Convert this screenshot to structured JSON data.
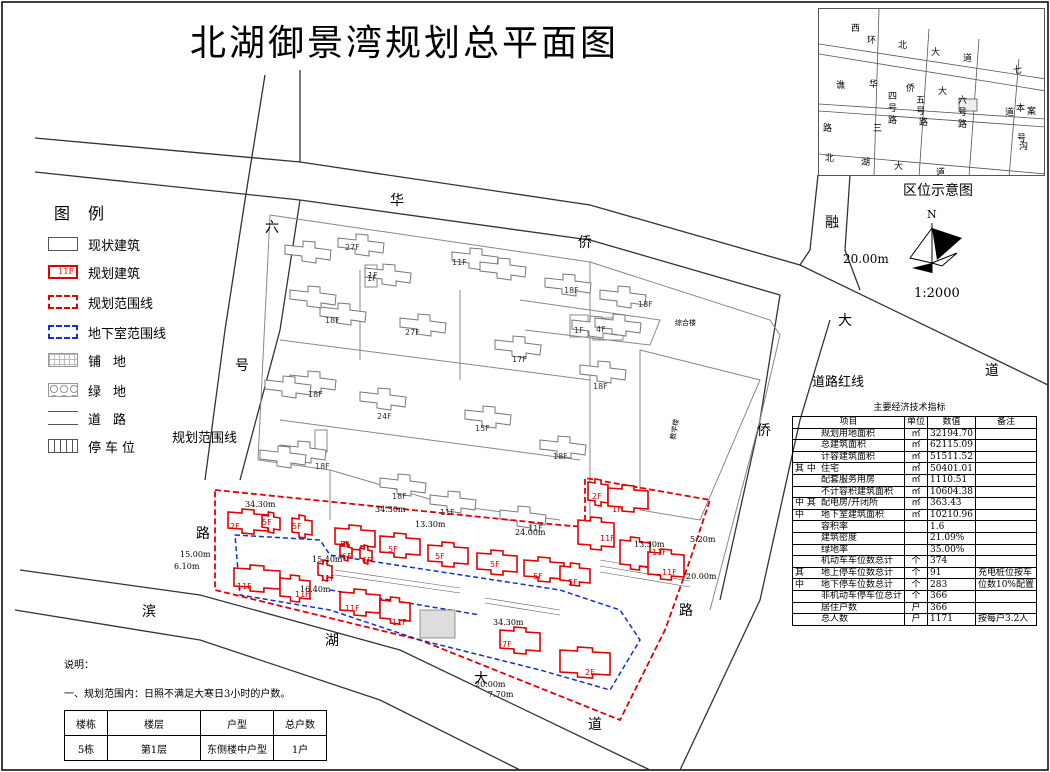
{
  "title": "北湖御景湾规划总平面图",
  "legend": {
    "title": "图例",
    "items": [
      {
        "key": "existing",
        "label": "现状建筑",
        "swatch_text": ""
      },
      {
        "key": "planned",
        "label": "规划建筑",
        "swatch_text": "11F"
      },
      {
        "key": "boundary",
        "label": "规划范围线",
        "swatch_text": ""
      },
      {
        "key": "basement",
        "label": "地下室范围线",
        "swatch_text": ""
      },
      {
        "key": "paving",
        "label": "铺地",
        "swatch_text": ""
      },
      {
        "key": "green",
        "label": "绿地",
        "swatch_text": ""
      },
      {
        "key": "road",
        "label": "道路",
        "swatch_text": ""
      },
      {
        "key": "parking",
        "label": "停车位",
        "swatch_text": ""
      }
    ]
  },
  "colors": {
    "planned": "#e00000",
    "basement": "#1030d0",
    "existing": "#888888",
    "road": "#333333"
  },
  "roads": {
    "huaqiao": [
      "华",
      "侨"
    ],
    "huaqiao_dadao_right": [
      "大",
      "道"
    ],
    "qiao_right": "侨",
    "liuhao": [
      "六",
      "号"
    ],
    "lu_left": "路",
    "binhu": [
      "滨",
      "湖"
    ],
    "da_bottom": "大",
    "dao_bottom": "道",
    "lu_right": "路",
    "rong": "融",
    "road_width_top": "20.00m",
    "road_red_line": "道路红线",
    "planning_boundary": "规划范围线"
  },
  "location_map": {
    "caption": "区位示意图",
    "labels": [
      "西",
      "环",
      "北",
      "大",
      "道",
      "七",
      "谯",
      "华",
      "侨",
      "大",
      "四",
      "五",
      "六",
      "号",
      "号",
      "号",
      "路",
      "路",
      "路",
      "道",
      "本",
      "案",
      "路",
      "三",
      "号",
      "沟",
      "北",
      "湖",
      "大",
      "道"
    ]
  },
  "north": {
    "letter": "N",
    "scale": "1:2000"
  },
  "existing_buildings": [
    "27F",
    "11F",
    "1F",
    "18F",
    "18F",
    "27F",
    "17F",
    "18F",
    "18F",
    "24F",
    "15F",
    "18F",
    "18F",
    "18F",
    "11F",
    "11F",
    "18F",
    "1F",
    "1F",
    "4F",
    "18F",
    "18F",
    "18F",
    "18F"
  ],
  "existing_facilities": [
    "综合楼",
    "教学楼"
  ],
  "planned_buildings": [
    "2F",
    "5F",
    "5F",
    "5F",
    "5F",
    "5F",
    "5F",
    "5F",
    "5F",
    "6F",
    "6F",
    "11F",
    "11F",
    "11F",
    "11F",
    "11F",
    "2F",
    "1F",
    "11F",
    "11F",
    "11F",
    "7F",
    "2F"
  ],
  "dimensions": [
    "34.30m",
    "15.40m",
    "34.30m",
    "24.00m",
    "13.30m",
    "5.20m",
    "20.00m",
    "15.00m",
    "6.10m",
    "20.00m",
    "7.70m",
    "34.30m",
    "13.30m",
    "16.40m"
  ],
  "tech_table": {
    "title": "主要经济技术指标",
    "headers": [
      "项目",
      "单位",
      "数值",
      "备注"
    ],
    "rows": [
      [
        "规划用地面积",
        "㎡",
        "32194.70",
        ""
      ],
      [
        "总建筑面积",
        "㎡",
        "62115.09",
        ""
      ],
      [
        "计容建筑面积",
        "㎡",
        "51511.52",
        ""
      ],
      [
        "住宅",
        "㎡",
        "50401.01",
        ""
      ],
      [
        "配套服务用房",
        "㎡",
        "1110.51",
        ""
      ],
      [
        "不计容积建筑面积",
        "㎡",
        "10604.38",
        ""
      ],
      [
        "配电房/开闭所",
        "㎡",
        "363.43",
        ""
      ],
      [
        "地下室建筑面积",
        "㎡",
        "10210.96",
        ""
      ],
      [
        "容积率",
        "",
        "1.6",
        ""
      ],
      [
        "建筑密度",
        "",
        "21.09%",
        ""
      ],
      [
        "绿地率",
        "",
        "35.00%",
        ""
      ],
      [
        "机动车车位数总计",
        "个",
        "374",
        ""
      ],
      [
        "地上停车位数总计",
        "个",
        "91",
        "充电桩位按车"
      ],
      [
        "地下停车位数总计",
        "个",
        "283",
        "位数10%配置"
      ],
      [
        "非机动车停车位总计",
        "个",
        "366",
        ""
      ],
      [
        "居住户数",
        "户",
        "366",
        ""
      ],
      [
        "总人数",
        "户",
        "1171",
        "按每户3.2人"
      ]
    ],
    "prefixes": [
      "",
      "",
      "",
      "其 中",
      "",
      "",
      "中 其",
      "中",
      "",
      "",
      "",
      "",
      "其",
      "中",
      "",
      "",
      ""
    ]
  },
  "notes": {
    "heading": "说明：",
    "line1": "一、规划范围内：日照不满足大寒日3小时的户数。",
    "table_headers": [
      "楼栋",
      "楼层",
      "户型",
      "总户数"
    ],
    "table_row": [
      "5栋",
      "第1层",
      "东侧楼中户型",
      "1户"
    ]
  }
}
